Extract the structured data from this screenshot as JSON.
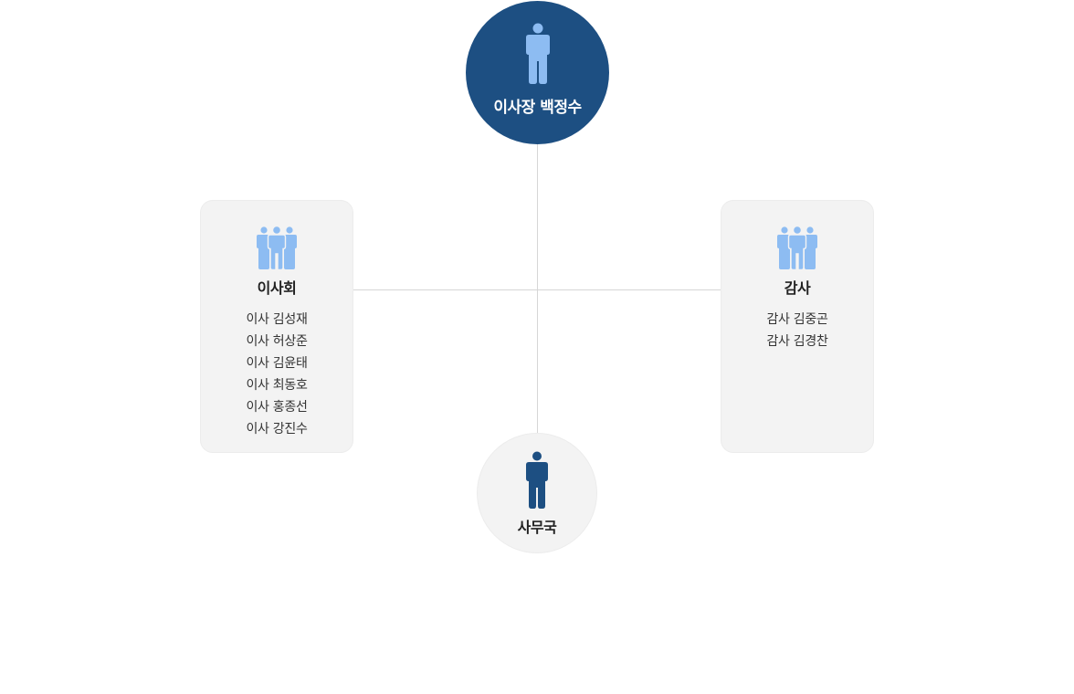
{
  "chairman": {
    "title": "이사장 백정수",
    "icon": "person-icon",
    "color": "#1d4f82",
    "icon_color": "#8dbcf2"
  },
  "board": {
    "title": "이사회",
    "icon": "group-icon",
    "members": [
      "이사 김성재",
      "이사 허상준",
      "이사 김윤태",
      "이사 최동호",
      "이사 홍종선",
      "이사 강진수"
    ]
  },
  "audit": {
    "title": "감사",
    "icon": "group-icon",
    "members": [
      "감사 김중곤",
      "감사 김경찬"
    ]
  },
  "office": {
    "title": "사무국",
    "icon": "person-icon",
    "icon_color": "#1d4f82"
  },
  "colors": {
    "box_bg": "#f3f3f3",
    "group_icon": "#8dbcf2",
    "connector": "#d6d6d6"
  }
}
